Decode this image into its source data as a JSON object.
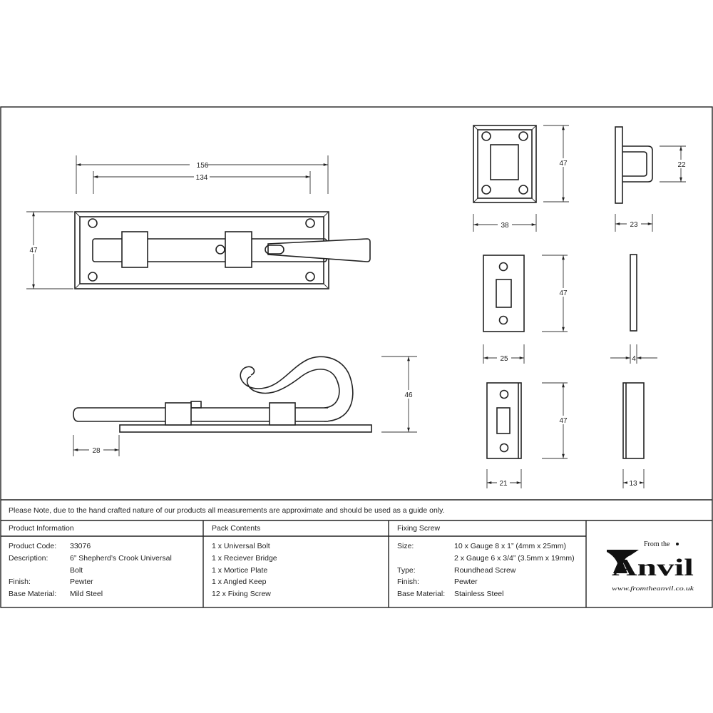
{
  "dimensions": {
    "bolt_overall_length": "156",
    "bolt_hole_spacing": "134",
    "bolt_plate_height": "47",
    "crook_height": "46",
    "bolt_overhang": "28",
    "keep_height": "47",
    "keep_width": "38",
    "keep_loop_height": "22",
    "keep_depth": "23",
    "mortice_height": "47",
    "mortice_width": "25",
    "mortice_thickness": "4",
    "angled_keep_height": "47",
    "angled_keep_width": "21",
    "angled_keep_depth": "13"
  },
  "note": "Please Note, due to the hand crafted nature of our products all measurements are approximate and should be used as a guide only.",
  "product_information": {
    "heading": "Product Information",
    "rows": [
      {
        "label": "Product Code:",
        "value": "33076"
      },
      {
        "label": "Description:",
        "value": "6” Shepherd’s Crook Universal"
      },
      {
        "label": "",
        "value": "Bolt"
      },
      {
        "label": "Finish:",
        "value": "Pewter"
      },
      {
        "label": "Base Material:",
        "value": "Mild Steel"
      }
    ]
  },
  "pack_contents": {
    "heading": "Pack Contents",
    "items": [
      "1 x Universal Bolt",
      "1 x Reciever Bridge",
      "1 x Mortice Plate",
      "1 x Angled Keep",
      "12 x Fixing Screw"
    ]
  },
  "fixing_screw": {
    "heading": "Fixing Screw",
    "rows": [
      {
        "label": "Size:",
        "value": "10 x Gauge 8 x 1” (4mm x 25mm)"
      },
      {
        "label": "",
        "value": "2 x Gauge 6 x 3/4” (3.5mm x 19mm)"
      },
      {
        "label": "Type:",
        "value": "Roundhead Screw"
      },
      {
        "label": "Finish:",
        "value": "Pewter"
      },
      {
        "label": "Base Material:",
        "value": "Stainless Steel"
      }
    ]
  },
  "logo": {
    "from_the": "From the",
    "brand": "Anvil",
    "url": "www.fromtheanvil.co.uk"
  }
}
